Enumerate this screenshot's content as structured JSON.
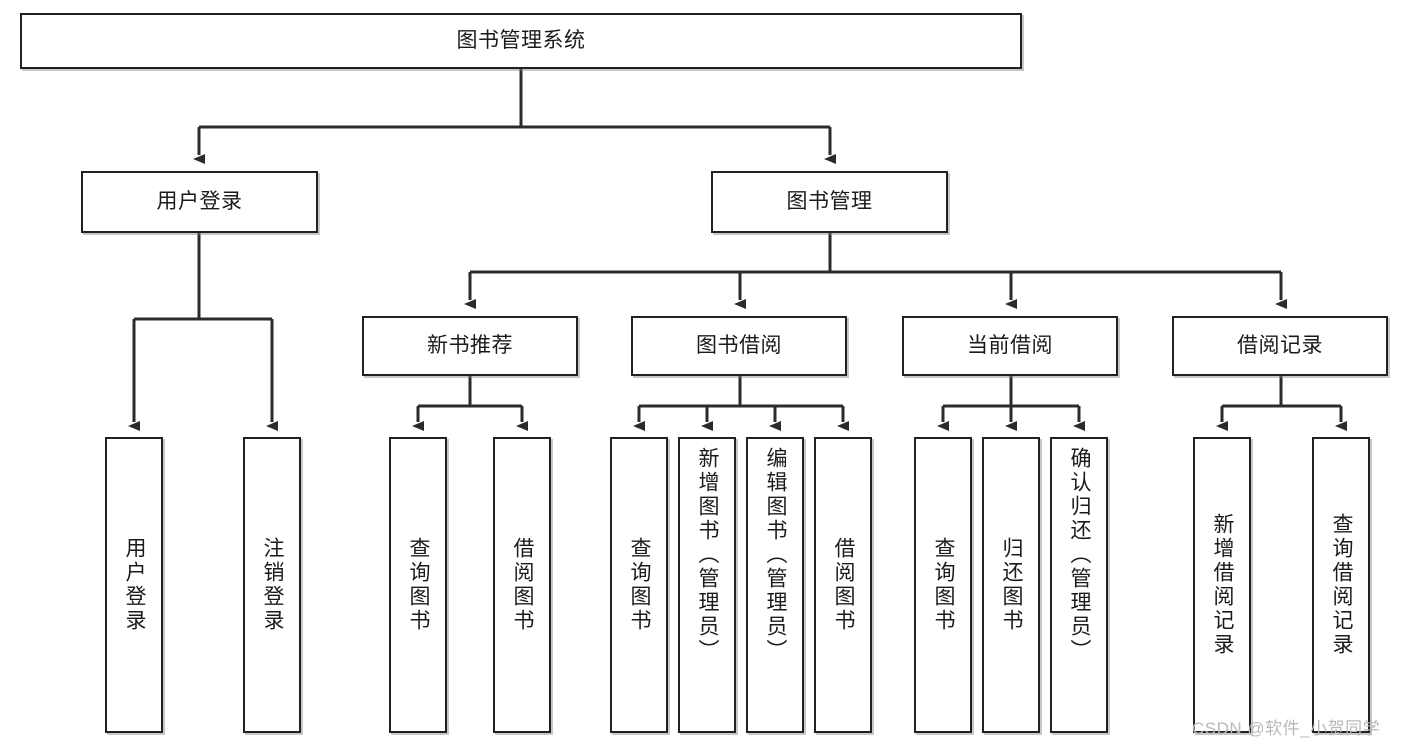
{
  "diagram": {
    "title_node": {
      "label": "图书管理系统"
    },
    "level2": [
      {
        "id": "user-login",
        "label": "用户登录"
      },
      {
        "id": "book-manage",
        "label": "图书管理"
      }
    ],
    "level3": [
      {
        "id": "new-book-recommend",
        "label": "新书推荐"
      },
      {
        "id": "book-borrow",
        "label": "图书借阅"
      },
      {
        "id": "current-borrow",
        "label": "当前借阅"
      },
      {
        "id": "borrow-record",
        "label": "借阅记录"
      }
    ],
    "leaves": {
      "user_login": [
        {
          "id": "leaf-user-login",
          "label": "用户登录"
        },
        {
          "id": "leaf-logout-login",
          "label": "注销登录"
        }
      ],
      "new_book_recommend": [
        {
          "id": "leaf-query-book-1",
          "label": "查询图书"
        },
        {
          "id": "leaf-borrow-book-1",
          "label": "借阅图书"
        }
      ],
      "book_borrow": [
        {
          "id": "leaf-query-book-2",
          "label": "查询图书"
        },
        {
          "id": "leaf-add-book",
          "label": "新增图书（管理员）"
        },
        {
          "id": "leaf-edit-book",
          "label": "编辑图书（管理员）"
        },
        {
          "id": "leaf-borrow-book-2",
          "label": "借阅图书"
        }
      ],
      "current_borrow": [
        {
          "id": "leaf-query-book-3",
          "label": "查询图书"
        },
        {
          "id": "leaf-return-book",
          "label": "归还图书"
        },
        {
          "id": "leaf-confirm-return",
          "label": "确认归还（管理员）"
        }
      ],
      "borrow_record": [
        {
          "id": "leaf-add-record",
          "label": "新增借阅记录"
        },
        {
          "id": "leaf-query-record",
          "label": "查询借阅记录"
        }
      ]
    },
    "colors": {
      "stroke": "#23201f",
      "fill": "#ffffff",
      "text": "#1b1b1b",
      "watermark": "#b9b9b9"
    }
  },
  "watermark": {
    "text": "CSDN @软件_小贺同学"
  }
}
